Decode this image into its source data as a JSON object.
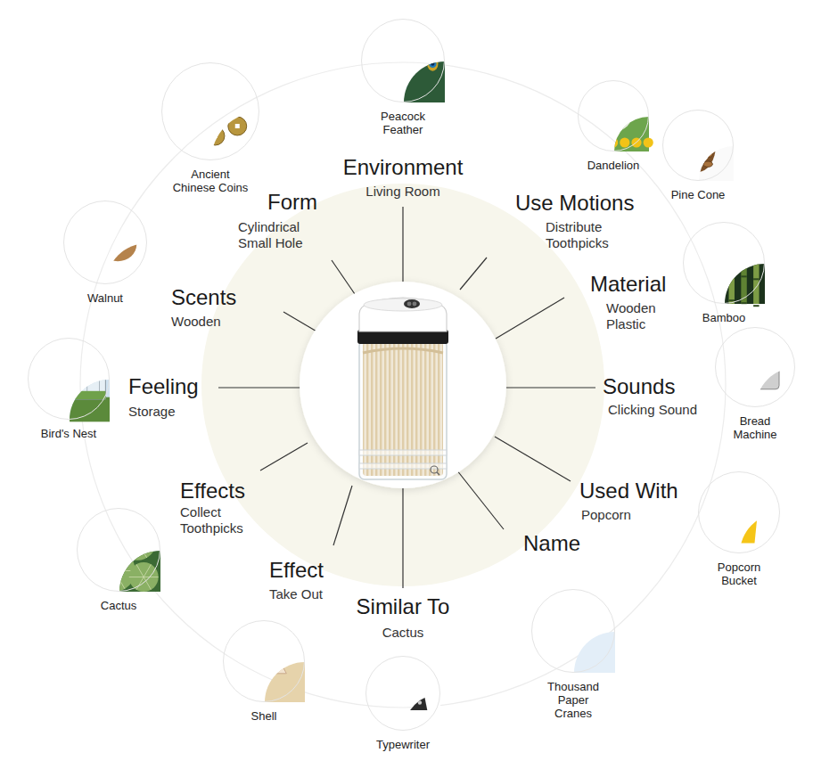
{
  "diagram": {
    "nodes": [
      {
        "text": [
          "Peacock Feather"
        ]
      },
      {
        "text": [
          "Dandelion"
        ]
      },
      {
        "text": [
          "Pine Cone"
        ]
      },
      {
        "text": [
          "Bamboo"
        ]
      },
      {
        "text": [
          "Bread Machine"
        ]
      },
      {
        "text": [
          "Popcorn Bucket"
        ]
      },
      {
        "text": [
          "Thousand Paper Cranes"
        ]
      },
      {
        "text": [
          "Typewriter"
        ]
      },
      {
        "text": [
          "Shell"
        ]
      },
      {
        "text": [
          "Cactus"
        ]
      },
      {
        "text": [
          "Bird's Nest"
        ]
      },
      {
        "text": [
          "Walnut"
        ]
      },
      {
        "text": [
          "Ancient Chinese Coins"
        ]
      }
    ],
    "labels": [
      "Environment",
      "Living Room",
      "Use Motions",
      "Distribute Toothpicks",
      "Material",
      "Wooden Plastic",
      "Sounds",
      "Clicking Sound",
      "Used With",
      "Popcorn",
      "Name",
      "Similar To",
      "Cactus",
      "Effect",
      "Take Out",
      "Effects",
      "Collect Toothpicks",
      "Feeling",
      "Storage",
      "Scents",
      "Wooden",
      "Form",
      "Cylindrical Small Hole"
    ]
  }
}
